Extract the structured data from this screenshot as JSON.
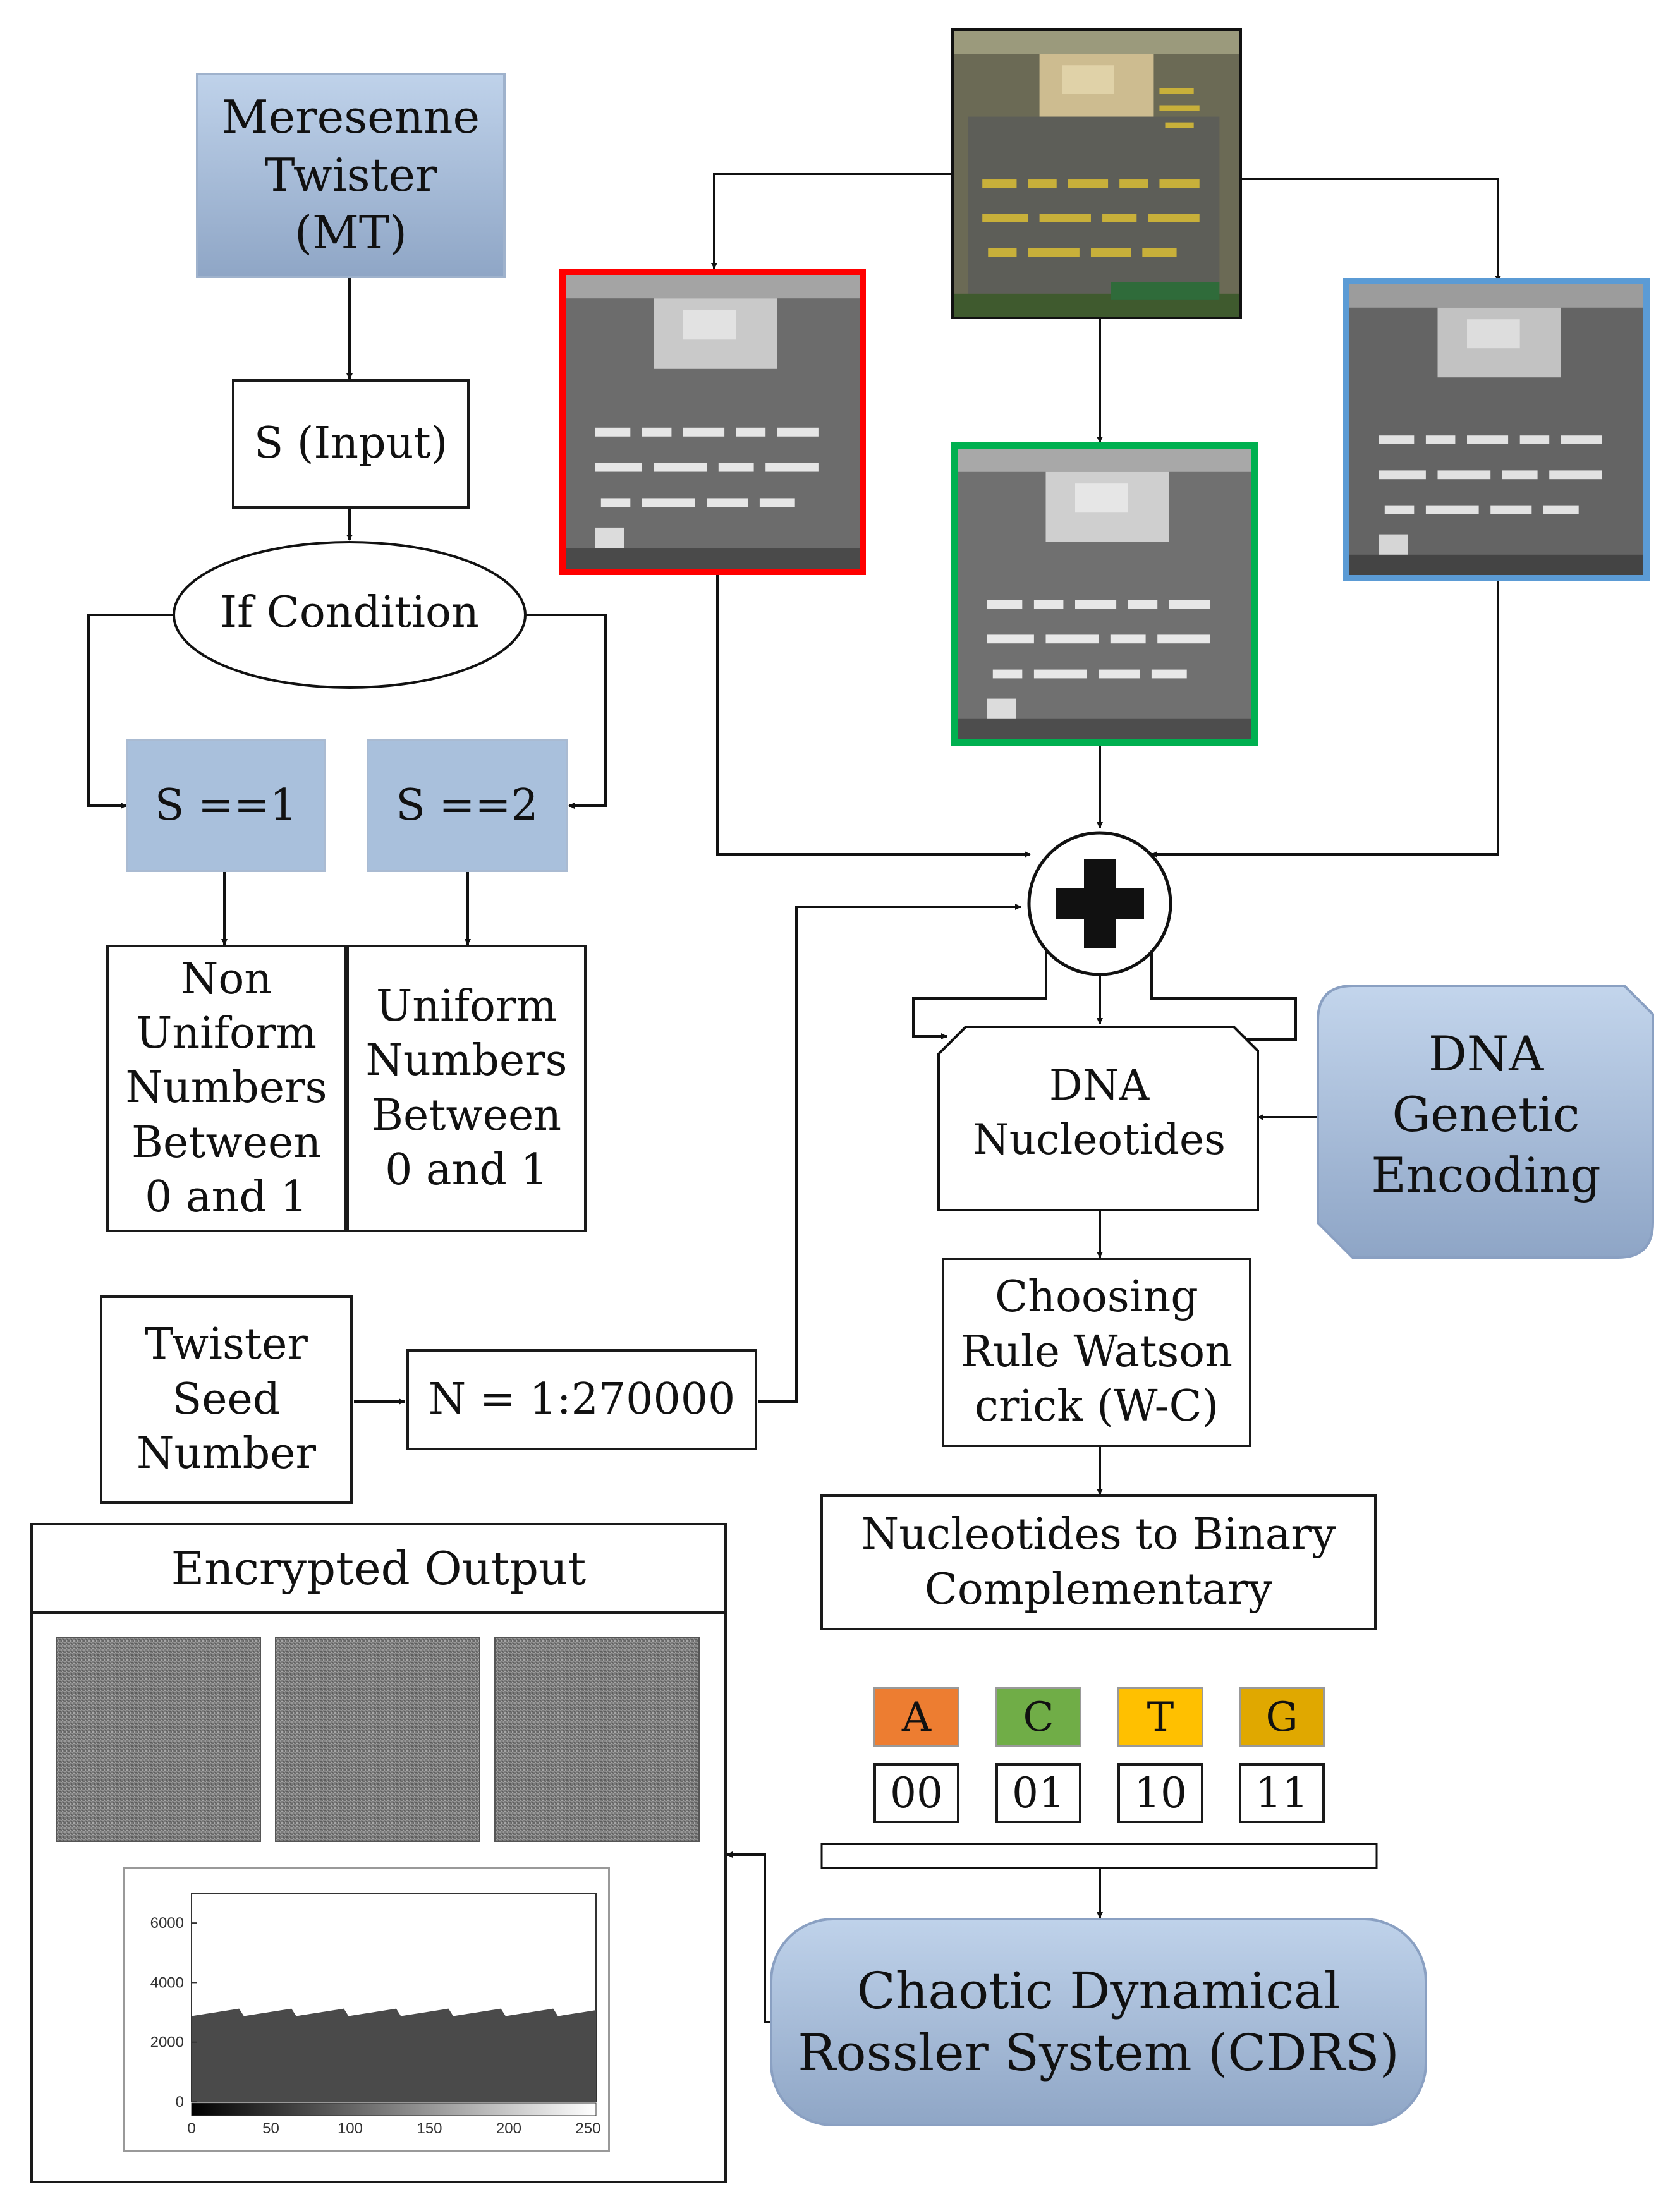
{
  "mt": {
    "label": "Meresenne\nTwister\n(MT)"
  },
  "s_input": {
    "label": "S (Input)"
  },
  "if_condition": {
    "label": "If Condition"
  },
  "s1": {
    "label": "S ==1"
  },
  "s2": {
    "label": "S ==2"
  },
  "non_uniform": {
    "label": "Non\nUniform\nNumbers\nBetween\n0 and 1"
  },
  "uniform": {
    "label": "Uniform\nNumbers\nBetween\n0 and 1"
  },
  "twister_seed": {
    "label": "Twister\nSeed\nNumber"
  },
  "n_range": {
    "label": "N = 1:270000"
  },
  "dna_nucleotides": {
    "label": "DNA\nNucleotides"
  },
  "dna_genetic": {
    "label": "DNA\nGenetic\nEncoding"
  },
  "choosing_rule": {
    "label": "Choosing\nRule Watson\ncrick (W-C)"
  },
  "nuc_binary": {
    "label": "Nucleotides to Binary\nComplementary"
  },
  "nucleotides": [
    {
      "letter": "A",
      "code": "00",
      "color": "#ed7d31"
    },
    {
      "letter": "C",
      "code": "01",
      "color": "#70ad47"
    },
    {
      "letter": "T",
      "code": "10",
      "color": "#ffc000"
    },
    {
      "letter": "G",
      "code": "11",
      "color": "#e0a800"
    }
  ],
  "cdrs": {
    "label": "Chaotic Dynamical\nRossler System (CDRS)"
  },
  "encrypted_output": {
    "title": "Encrypted Output"
  },
  "channel_colors": {
    "red": "#ff0000",
    "green": "#00b050",
    "blue": "#5b9bd5"
  },
  "histogram": {
    "chart_data": {
      "type": "bar",
      "x_ticks": [
        0,
        50,
        100,
        150,
        200,
        250
      ],
      "y_ticks": [
        0,
        2000,
        4000,
        6000
      ],
      "xlim": [
        0,
        255
      ],
      "ylim": [
        0,
        7000
      ],
      "approx_level": 3000
    }
  }
}
